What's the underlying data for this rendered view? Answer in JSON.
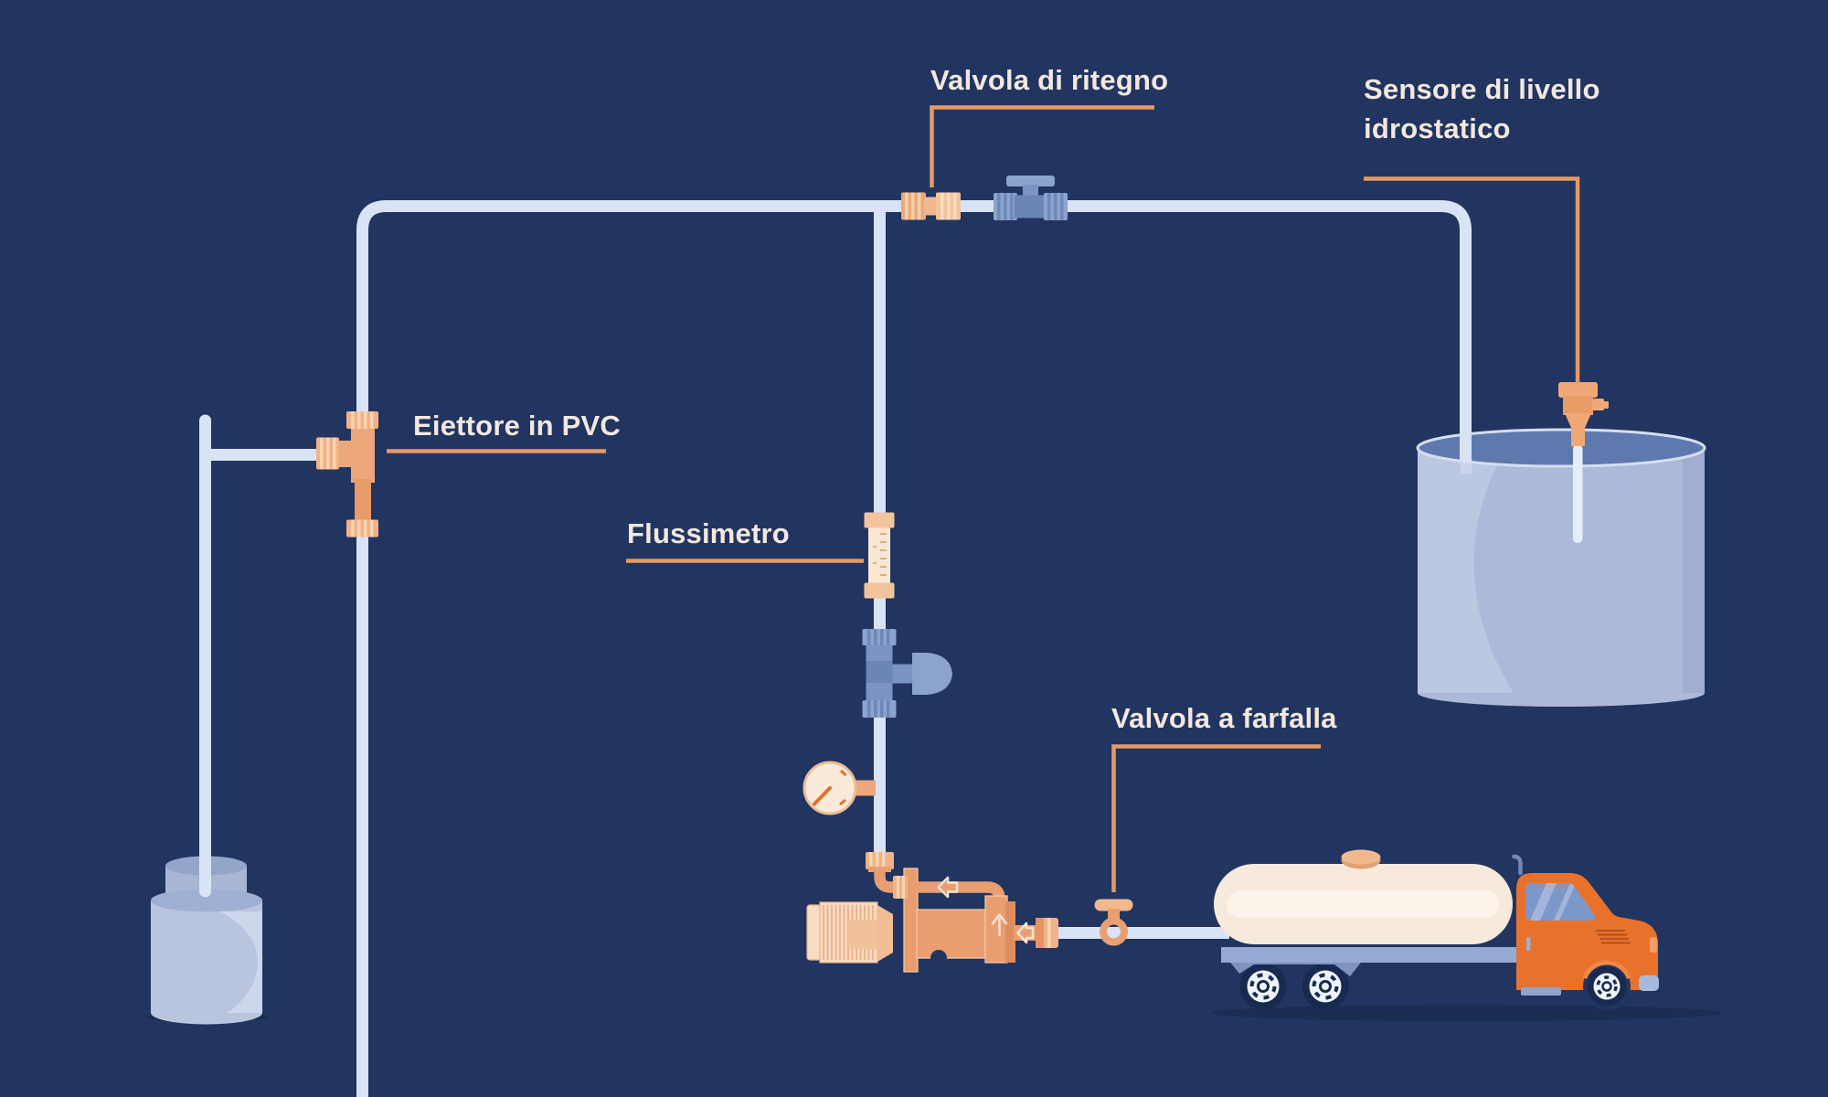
{
  "diagram": {
    "type": "pump-system-infographic",
    "language": "it",
    "labels": {
      "check_valve": "Valvola di ritegno",
      "level_sensor": "Sensore di livello idrostatico",
      "ejector": "Eiettore in PVC",
      "flow_meter": "Flussimetro",
      "butterfly_valve": "Valvola a farfalla"
    },
    "colors": {
      "background": "#213560",
      "pipe": "#d9e3f6",
      "leader_line": "#e59a66",
      "label_text": "#f3e8df",
      "fitting_orange": "#eda87d",
      "fitting_orange_light": "#f1b286",
      "fitting_blue": "#8ba3cd",
      "fitting_blue_dark": "#6b86b5",
      "tank_body": "#adb9d8",
      "water_surface": "#5e79ae",
      "truck_tank": "#f7e9db",
      "truck_cab": "#e8722c",
      "wheel_rim": "#eff4fc",
      "shadow": "#1b2d52"
    },
    "components": [
      {
        "name": "check-valve",
        "labeled": true
      },
      {
        "name": "ball-valve",
        "labeled": false
      },
      {
        "name": "hydrostatic-level-sensor",
        "labeled": true
      },
      {
        "name": "storage-tank",
        "labeled": false
      },
      {
        "name": "pvc-ejector",
        "labeled": true
      },
      {
        "name": "flow-meter",
        "labeled": true
      },
      {
        "name": "venturi-injector",
        "labeled": false
      },
      {
        "name": "pressure-gauge",
        "labeled": false
      },
      {
        "name": "jet-pump-with-motor",
        "labeled": false
      },
      {
        "name": "butterfly-valve",
        "labeled": true
      },
      {
        "name": "tanker-truck",
        "labeled": false
      },
      {
        "name": "well-casing",
        "labeled": false
      }
    ]
  }
}
